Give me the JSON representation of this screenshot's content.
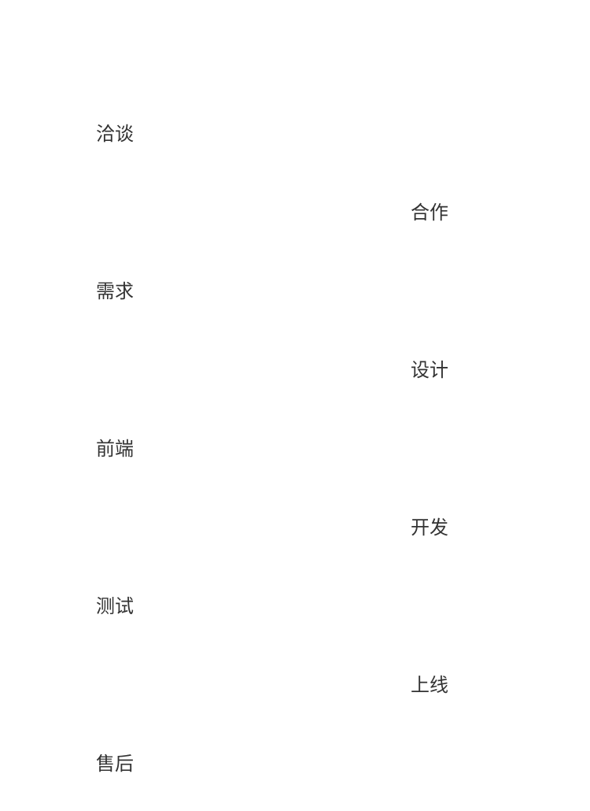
{
  "text_color": "#333333",
  "background": "#ffffff",
  "steps": [
    {
      "label": "洽谈"
    },
    {
      "label": "合作"
    },
    {
      "label": "需求"
    },
    {
      "label": "设计"
    },
    {
      "label": "前端"
    },
    {
      "label": "开发"
    },
    {
      "label": "测试"
    },
    {
      "label": "上线"
    },
    {
      "label": "售后"
    }
  ]
}
